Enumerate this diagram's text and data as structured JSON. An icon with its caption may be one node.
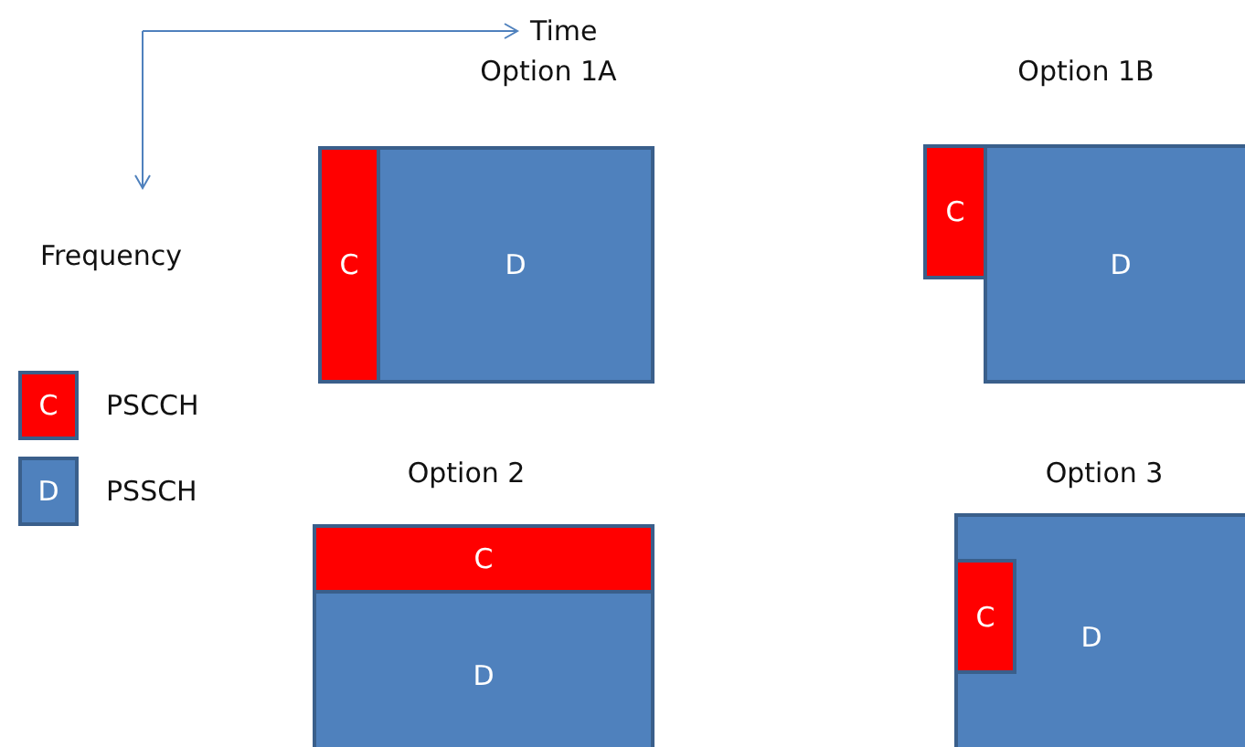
{
  "diagram": {
    "nodes": [
      {
        "text": [
          "Option 1A",
          "D"
        ]
      },
      {
        "text": [
          "C"
        ],
        "in": 0
      },
      {
        "text": [
          "C"
        ]
      },
      {
        "text": [
          "Option 1B",
          "D"
        ]
      },
      {
        "text": [
          "Option 2",
          "D"
        ]
      },
      {
        "text": [
          "C"
        ],
        "in": 4
      },
      {
        "text": [
          "Option 3",
          "D"
        ]
      },
      {
        "text": [
          "C"
        ],
        "in": 6
      }
    ],
    "labels": [
      "Time",
      "Frequency",
      "C",
      "D"
    ],
    "legend": [
      {
        "text": "PSCCH",
        "color": "#ff0000"
      },
      {
        "text": "PSSCH",
        "color": "#4f81bd"
      }
    ]
  }
}
